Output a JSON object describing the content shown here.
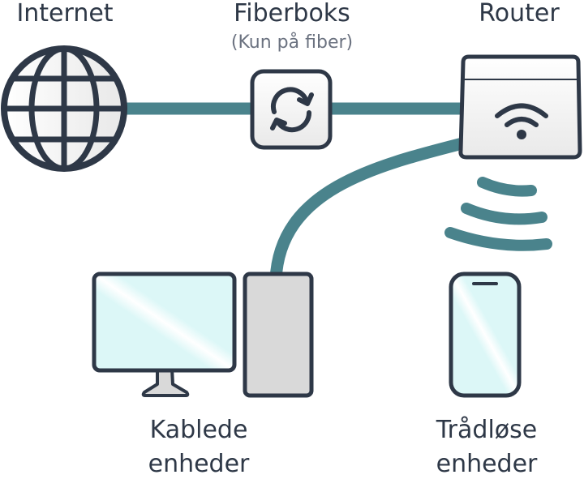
{
  "title": "Network diagram",
  "labels": {
    "internet": "Internet",
    "fiberbox": "Fiberboks",
    "fiberbox_note": "(Kun på fiber)",
    "router": "Router",
    "wired_line1": "Kablede",
    "wired_line2": "enheder",
    "wireless_line1": "Trådløse",
    "wireless_line2": "enheder"
  },
  "icons": {
    "internet": "globe-icon",
    "fiberbox": "refresh-icon",
    "router": "wifi-router-icon",
    "wifi_waves": "wifi-signal-icon",
    "monitor": "monitor-icon",
    "tower": "pc-tower-icon",
    "phone": "smartphone-icon"
  },
  "colors": {
    "cable": "#4a838c",
    "outline": "#2e3847",
    "screen": "#dcf7f7",
    "device_gray": "#d9d9d9",
    "text": "#2e3847",
    "subtext": "#6b7280"
  }
}
